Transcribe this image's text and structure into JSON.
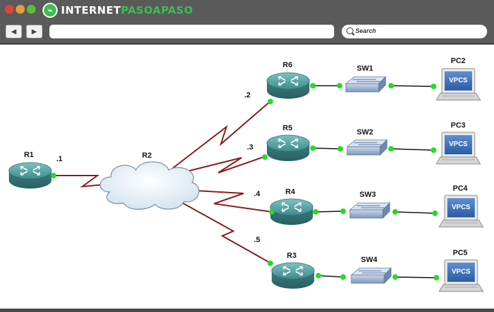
{
  "window": {
    "brand_part1": "INTERNET",
    "brand_part2": "PASOAPASO"
  },
  "toolbar": {
    "search_placeholder": "Search"
  },
  "topology": {
    "routers": [
      "R1",
      "R6",
      "R5",
      "R4",
      "R3"
    ],
    "cloud": "R2",
    "switches": [
      "SW1",
      "SW2",
      "SW3",
      "SW4"
    ],
    "pcs": [
      "PC2",
      "PC3",
      "PC4",
      "PC5"
    ],
    "pc_screen_label": "VPCS",
    "addresses": [
      ".1",
      ".2",
      ".3",
      ".4",
      ".5"
    ]
  },
  "colors": {
    "link_serial": "#8a1a1a",
    "link_eth": "#111111",
    "port_up": "#22dd22",
    "router": "#3f8a8c",
    "switch": "#8ea9cc"
  }
}
